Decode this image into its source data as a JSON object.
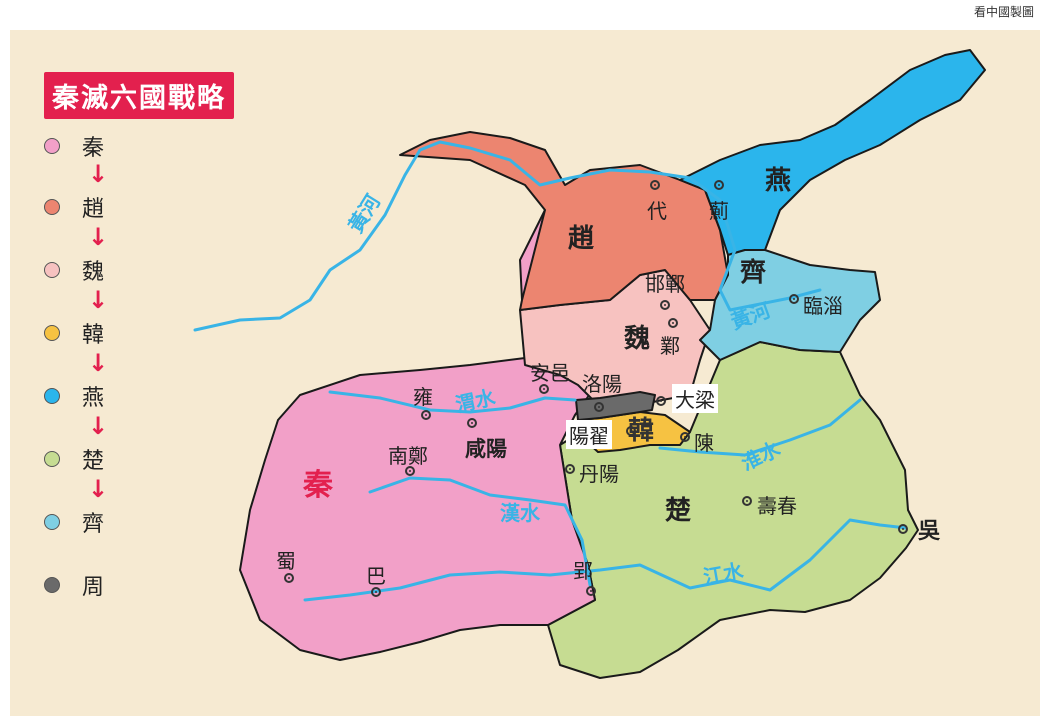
{
  "credit": "看中國製圖",
  "title": "秦滅六國戰略",
  "legend": [
    {
      "label": "秦",
      "color": "#f2a0c8"
    },
    {
      "label": "趙",
      "color": "#ec8570"
    },
    {
      "label": "魏",
      "color": "#f7c2c0"
    },
    {
      "label": "韓",
      "color": "#f6c242"
    },
    {
      "label": "燕",
      "color": "#2bb5ec"
    },
    {
      "label": "楚",
      "color": "#c6dc92"
    },
    {
      "label": "齊",
      "color": "#7fcfe3"
    },
    {
      "label": "周",
      "color": "#6a6a6a"
    }
  ],
  "arrow_glyph": "↓",
  "states": {
    "qin": "秦",
    "zhao": "趙",
    "wei": "魏",
    "han": "韓",
    "yan": "燕",
    "qi": "齊",
    "chu": "楚"
  },
  "cities": {
    "dai": "代",
    "ji": "薊",
    "handan": "邯鄲",
    "ye": "鄴",
    "linzi": "臨淄",
    "anyi": "安邑",
    "luoyang": "洛陽",
    "daliang": "大梁",
    "yangzhai": "陽翟",
    "chen": "陳",
    "danyang": "丹陽",
    "yong": "雍",
    "xianyang": "咸陽",
    "nanzheng": "南鄭",
    "shouchun": "壽春",
    "wu": "吳",
    "shu": "蜀",
    "ba": "巴",
    "ying": "郢"
  },
  "rivers": {
    "huanghe_upper": "黃河",
    "huanghe_lower": "黃河",
    "weishui": "渭水",
    "hanshui": "漢水",
    "huaishui": "淮水",
    "jiangshui": "江水"
  },
  "colors": {
    "qin": "#f2a0c8",
    "zhao": "#ec8570",
    "wei": "#f7c2c0",
    "han": "#f6c242",
    "yan": "#2bb5ec",
    "chu": "#c6dc92",
    "qi": "#7fcfe3",
    "zhou": "#6a6a6a",
    "river": "#39b4e6",
    "title_bg": "#e3204e",
    "accent_red": "#e3204e",
    "qin_label": "#e3204e",
    "background": "#f6ead2"
  }
}
